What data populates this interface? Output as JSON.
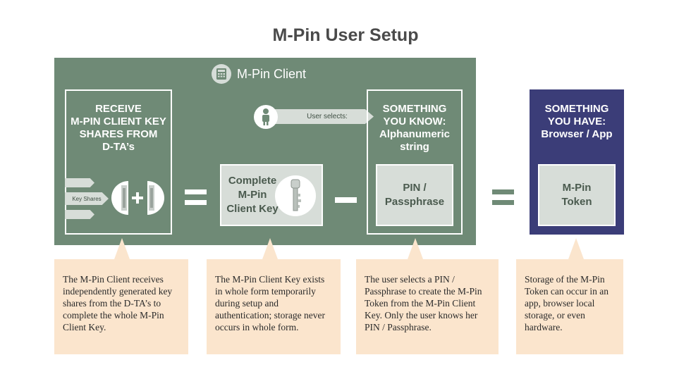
{
  "title": "M-Pin User Setup",
  "client_panel": {
    "label": "M-Pin Client"
  },
  "receive_box": {
    "heading": "RECEIVE\nM-PIN CLIENT KEY\nSHARES FROM\nD-TA’s",
    "key_shares_label": "Key Shares"
  },
  "complete_key_box": {
    "label": "Complete\nM-Pin\nClient Key"
  },
  "know_box": {
    "heading": "SOMETHING\nYOU KNOW:\nAlphanumeric\nstring",
    "inner": "PIN /\nPassphrase"
  },
  "user_selects_label": "User selects:",
  "have_box": {
    "heading": "SOMETHING\nYOU HAVE:\nBrowser / App",
    "inner": "M-Pin\nToken"
  },
  "callouts": [
    "The M-Pin Client receives independently generated key shares from the D-TA’s to complete the whole M-Pin Client Key.",
    "The M-Pin Client Key exists in whole form temporarily during setup and authentication; storage never occurs in whole form.",
    "The user selects a PIN / Passphrase to create the M-Pin Token from the M-Pin Client Key.  Only the user knows her PIN / Passphrase.",
    "Storage of the M-Pin Token can occur in an app, browser local storage, or even hardware."
  ],
  "colors": {
    "client_green": "#6f8a76",
    "have_navy": "#3b3d78",
    "callout_peach": "#fbe5cd",
    "inner_gray": "#d7ddd8"
  },
  "icons": [
    "calculator-icon",
    "user-icon",
    "key-icon",
    "key-half-left-icon",
    "key-half-right-icon"
  ]
}
